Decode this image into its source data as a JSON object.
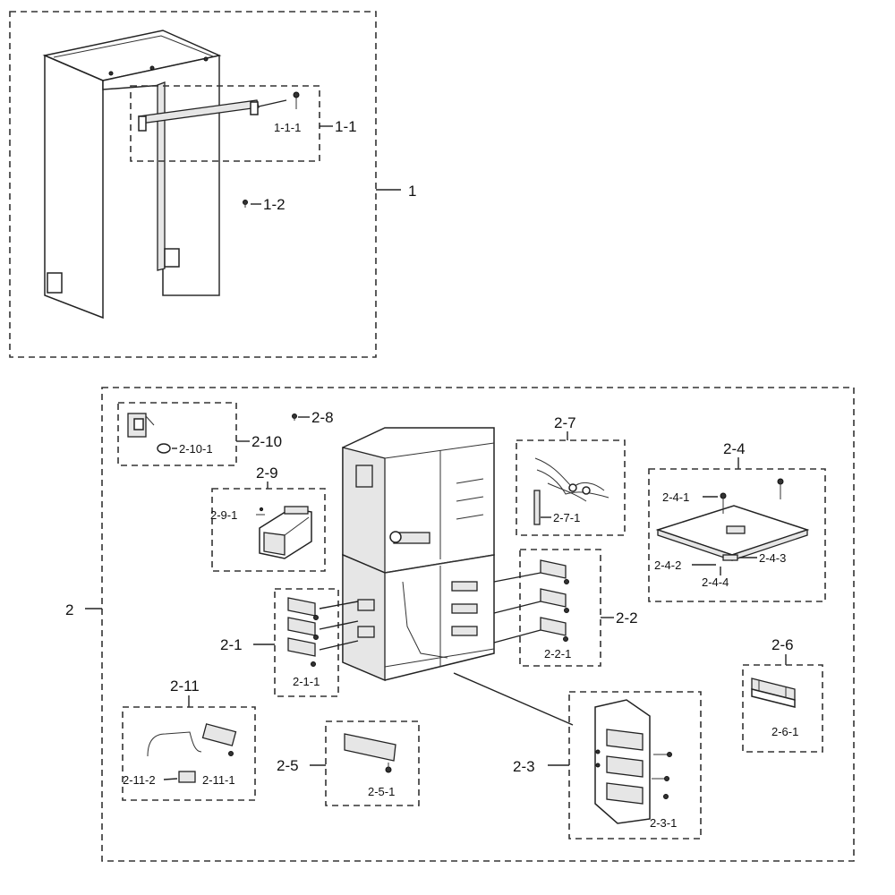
{
  "labels": {
    "l_1": "1",
    "l_1_1": "1-1",
    "l_1_1_1": "1-1-1",
    "l_1_2": "1-2",
    "l_2": "2",
    "l_2_1": "2-1",
    "l_2_1_1": "2-1-1",
    "l_2_2": "2-2",
    "l_2_2_1": "2-2-1",
    "l_2_3": "2-3",
    "l_2_3_1": "2-3-1",
    "l_2_4": "2-4",
    "l_2_4_1": "2-4-1",
    "l_2_4_2": "2-4-2",
    "l_2_4_3": "2-4-3",
    "l_2_4_4": "2-4-4",
    "l_2_5": "2-5",
    "l_2_5_1": "2-5-1",
    "l_2_6": "2-6",
    "l_2_6_1": "2-6-1",
    "l_2_7": "2-7",
    "l_2_7_1": "2-7-1",
    "l_2_8": "2-8",
    "l_2_9": "2-9",
    "l_2_9_1": "2-9-1",
    "l_2_10": "2-10",
    "l_2_10_1": "2-10-1",
    "l_2_11": "2-11",
    "l_2_11_1": "2-11-1",
    "l_2_11_2": "2-11-2"
  }
}
